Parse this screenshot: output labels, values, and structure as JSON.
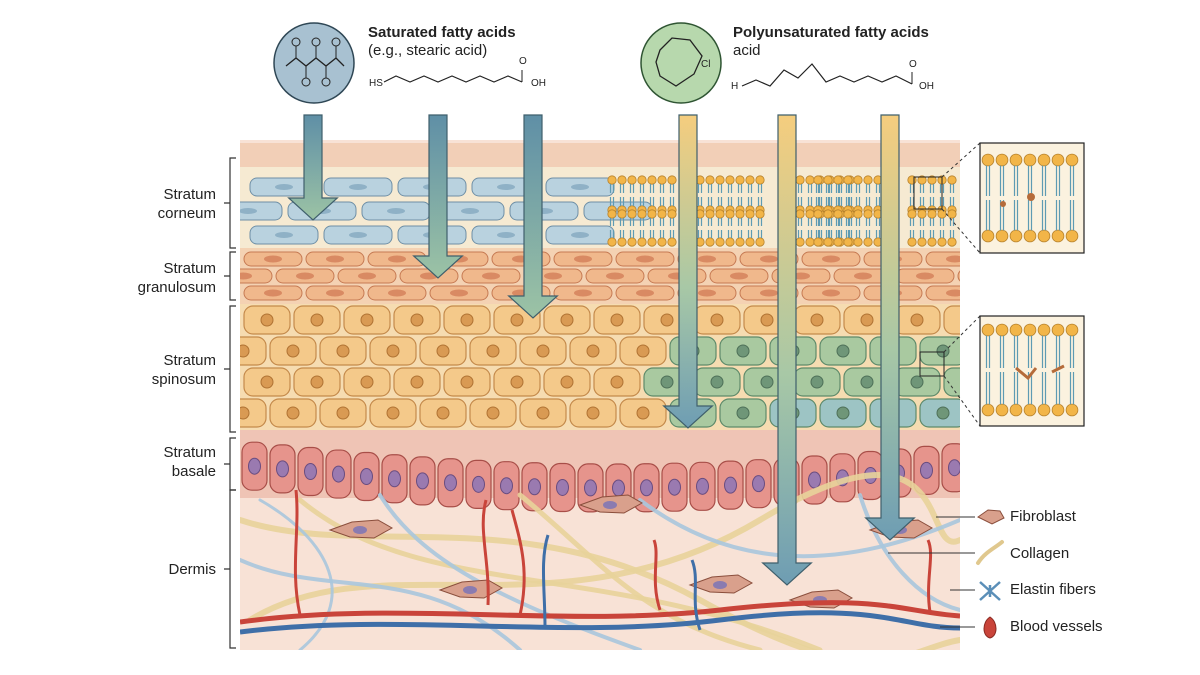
{
  "headers": {
    "saturated": {
      "title": "Saturated fatty acids",
      "subtitle": "(e.g., stearic acid)",
      "formula_left": "HS",
      "formula_right": "OH",
      "formula_o": "O"
    },
    "polyunsaturated": {
      "title": "Polyunsaturated fatty acids",
      "subtitle": "acid",
      "formula_left": "H",
      "formula_right": "OH",
      "formula_o": "O",
      "ring_label": "Cl"
    }
  },
  "layers": [
    {
      "line1": "Stratum",
      "line2": "corneum"
    },
    {
      "line1": "Stratum",
      "line2": "granulosum"
    },
    {
      "line1": "Stratum",
      "line2": "spinosum"
    },
    {
      "line1": "Stratum",
      "line2": "basale"
    },
    {
      "line1": "Dermis",
      "line2": ""
    }
  ],
  "legend": [
    {
      "label": "Fibroblast",
      "icon": "fibroblast-icon"
    },
    {
      "label": "Collagen",
      "icon": "collagen-icon"
    },
    {
      "label": "Elastin fibers",
      "icon": "elastin-icon"
    },
    {
      "label": "Blood vessels",
      "icon": "blood-vessel-icon"
    }
  ],
  "colors": {
    "saturated_arrow": "#7fa9b4",
    "poly_arrow": "#f3c979",
    "corneum_cell": "#b9d2df",
    "granulosum_cell": "#f0b88c",
    "spinosum_cell": "#f4c98a",
    "spinosum_green": "#a9c9a0",
    "basale_cell": "#e6948c",
    "dermis_bg": "#f8e2d6",
    "vessel_red": "#c9443a",
    "vessel_blue": "#3f6fa8",
    "lipid_head": "#f2b548",
    "lipid_tail": "#5e9bb3"
  }
}
